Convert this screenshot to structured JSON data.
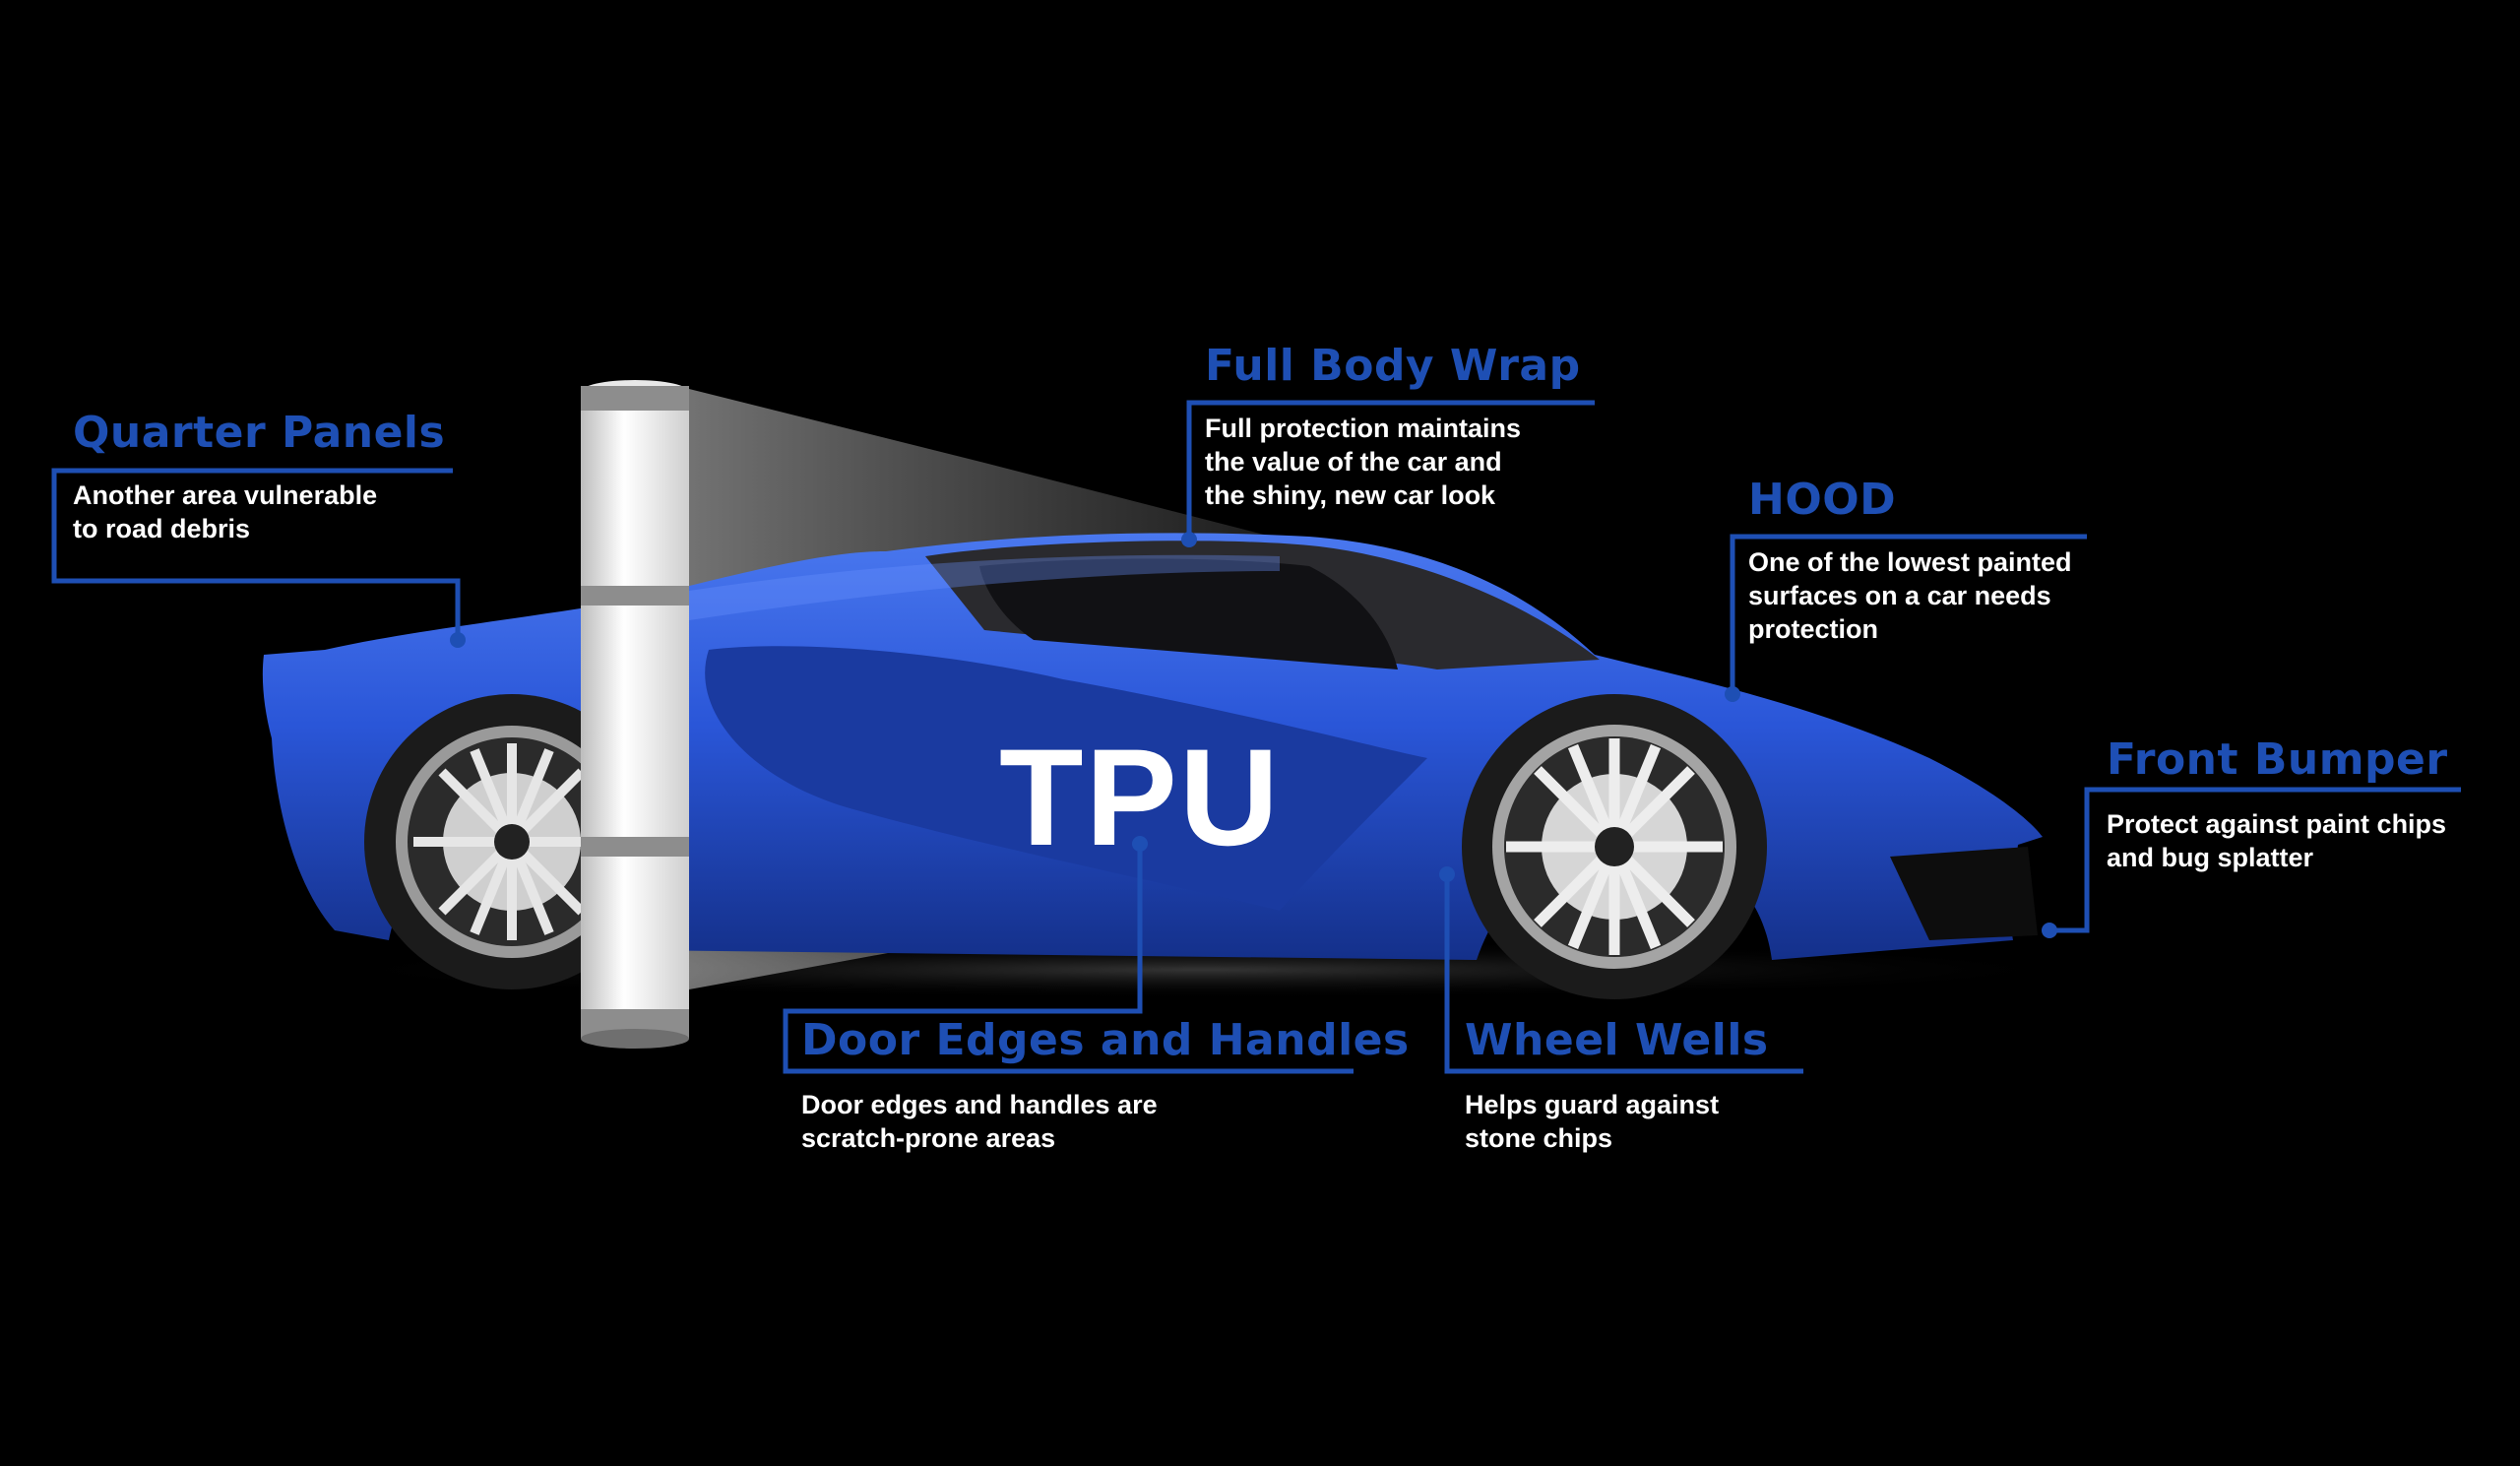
{
  "center_label": "TPU",
  "colors": {
    "accent": "#1e4fb4",
    "car_body": "#2a56d8",
    "background": "#000000",
    "text": "#ffffff"
  },
  "callouts": {
    "quarter_panels": {
      "title": "Quarter Panels",
      "desc": [
        "Another area vulnerable",
        "to road debris"
      ]
    },
    "full_body_wrap": {
      "title": "Full Body Wrap",
      "desc": [
        "Full protection maintains",
        "the value of the car and",
        "the shiny, new car look"
      ]
    },
    "hood": {
      "title": "HOOD",
      "desc": [
        "One of the lowest painted",
        "surfaces on a car needs",
        "protection"
      ]
    },
    "front_bumper": {
      "title": "Front Bumper",
      "desc": [
        "Protect against paint chips",
        "and bug splatter"
      ]
    },
    "door_edges": {
      "title": "Door Edges and Handles",
      "desc": [
        "Door edges and handles are",
        "scratch-prone areas"
      ]
    },
    "wheel_wells": {
      "title": "Wheel Wells",
      "desc": [
        "Helps guard against",
        "stone chips"
      ]
    }
  }
}
